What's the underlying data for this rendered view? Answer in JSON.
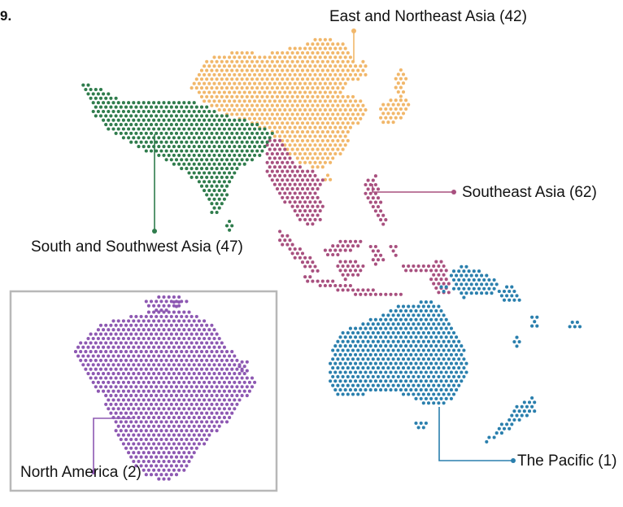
{
  "figure_number": "9.",
  "regions": [
    {
      "id": "east-northeast-asia",
      "label": "East and Northeast Asia (42)",
      "color": "#f1b76a"
    },
    {
      "id": "southeast-asia",
      "label": "Southeast Asia (62)",
      "color": "#a8507f"
    },
    {
      "id": "south-southwest-asia",
      "label": "South and Southwest Asia (47)",
      "color": "#2f7c4c"
    },
    {
      "id": "the-pacific",
      "label": "The Pacific (1)",
      "color": "#2a7fad"
    },
    {
      "id": "north-america",
      "label": "North America (2)",
      "color": "#8d58b2"
    }
  ],
  "inset_border_color": "#b8b8b8"
}
